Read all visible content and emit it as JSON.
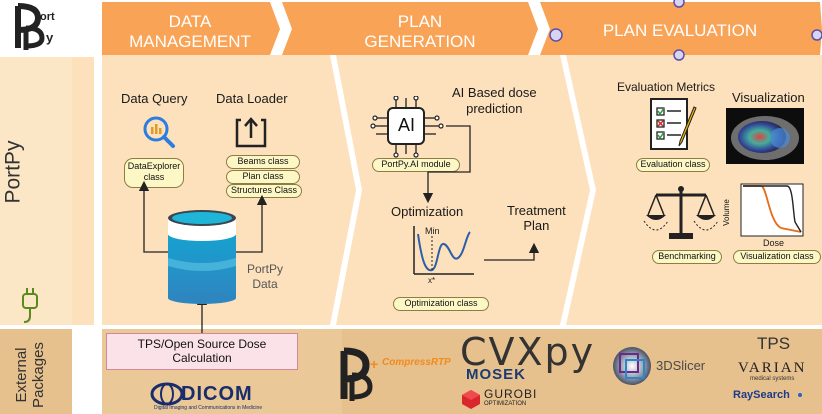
{
  "logo": {
    "text": "PortPy"
  },
  "sections": {
    "data_management": "DATA\nMANAGEMENT",
    "plan_generation": "PLAN\nGENERATION",
    "plan_evaluation": "PLAN EVALUATION"
  },
  "sidebar": {
    "portpy": "PortPy",
    "external": "External\nPackages"
  },
  "data_management": {
    "data_query": "Data Query",
    "data_loader": "Data Loader",
    "dataexplorer": "DataExplorer\nclass",
    "beams": "Beams class",
    "plan": "Plan class",
    "structures": "Structures Class",
    "portpy_data": "PortPy\nData",
    "tps_box": "TPS/Open Source Dose\nCalculation",
    "dicom": "DICOM",
    "dicom_caption": "Digital Imaging and Communications in Medicine"
  },
  "plan_generation": {
    "ai_label": "AI",
    "ai_title": "AI Based dose\nprediction",
    "ai_module": "PortPy.AI module",
    "optimization": "Optimization",
    "min": "Min",
    "xstar": "x*",
    "treatment_plan": "Treatment\nPlan",
    "optimization_class": "Optimization class"
  },
  "plan_evaluation": {
    "metrics": "Evaluation Metrics",
    "visualization": "Visualization",
    "evaluation_class": "Evaluation class",
    "benchmarking": "Benchmarking",
    "visualization_class": "Visualization class",
    "volume": "Volume",
    "dose": "Dose"
  },
  "external": {
    "compressrtp": "CompressRTP",
    "cvxpy": "CVXpy",
    "mosek": "MOSEK",
    "gurobi": "GUROBI",
    "gurobi_sub": "OPTIMIZATION",
    "slicer": "3DSlicer",
    "tps": "TPS",
    "varian": "VARIAN",
    "varian_sub": "medical systems",
    "raysearch": "RaySearch"
  },
  "colors": {
    "orange": "#f9a356",
    "panel": "#fde1bc",
    "bottom": "#e6c08d",
    "class_fill": "#fdf7c6",
    "cylinder_top": "#1fb5d8",
    "cylinder_bottom": "#2f8fc6"
  }
}
